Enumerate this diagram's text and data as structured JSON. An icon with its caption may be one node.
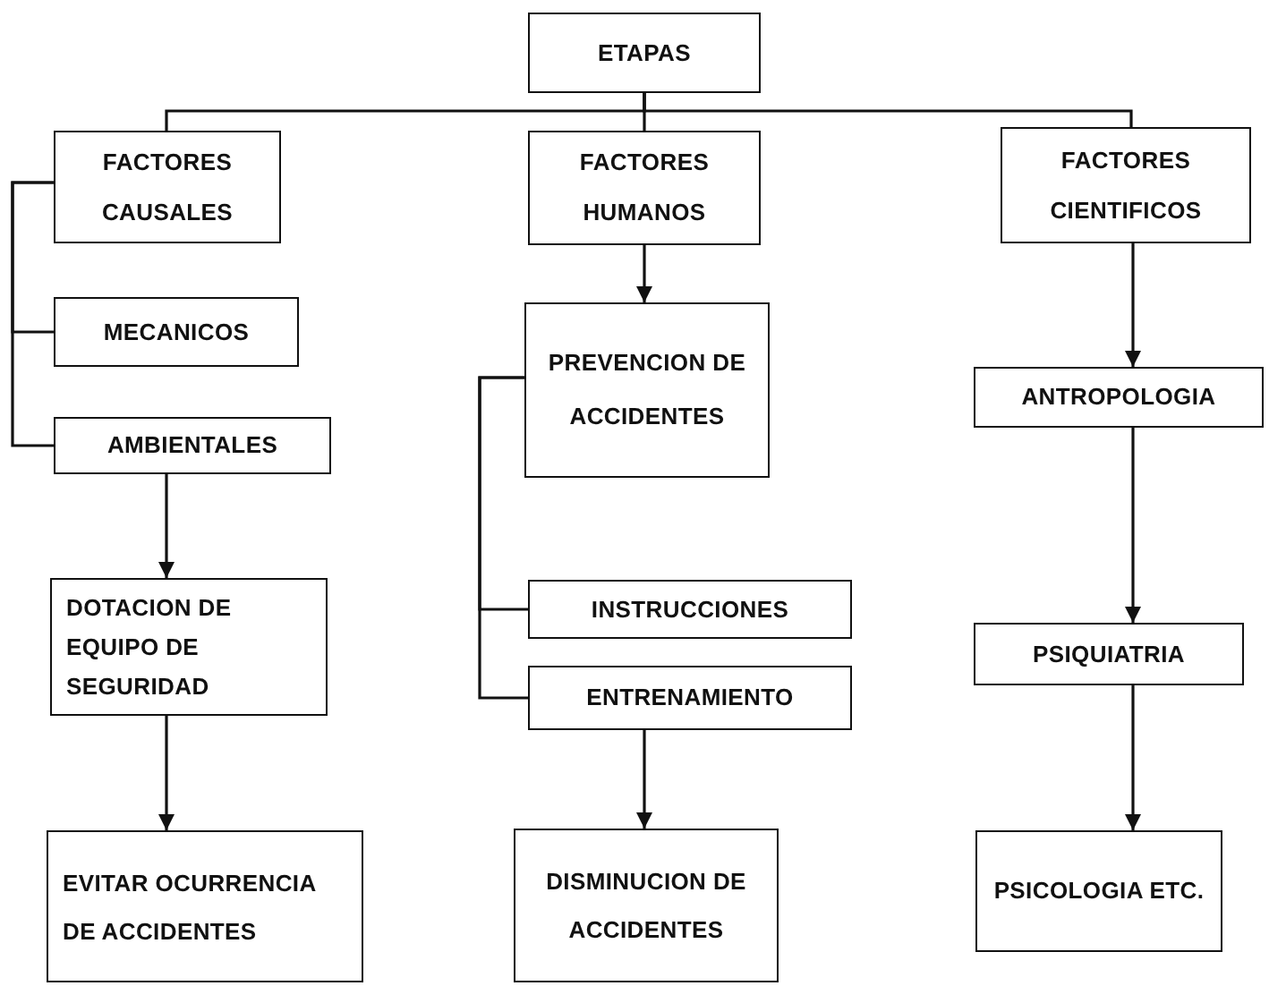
{
  "diagram": {
    "nodes": [
      {
        "text": [
          "ETAPAS"
        ]
      },
      {
        "text": [
          "FACTORES CAUSALES"
        ]
      },
      {
        "text": [
          "FACTORES HUMANOS"
        ]
      },
      {
        "text": [
          "FACTORES CIENTIFICOS"
        ]
      },
      {
        "text": [
          "MECANICOS"
        ]
      },
      {
        "text": [
          "PREVENCION DE ACCIDENTES"
        ]
      },
      {
        "text": [
          "ANTROPOLOGIA"
        ]
      },
      {
        "text": [
          "AMBIENTALES"
        ]
      },
      {
        "text": [
          "INSTRUCCIONES"
        ]
      },
      {
        "text": [
          "DOTACION DE EQUIPO DE SEGURIDAD"
        ]
      },
      {
        "text": [
          "PSIQUIATRIA"
        ]
      },
      {
        "text": [
          "ENTRENAMIENTO"
        ]
      },
      {
        "text": [
          "EVITAR OCURRENCIA DE ACCIDENTES"
        ]
      },
      {
        "text": [
          "DISMINUCION DE ACCIDENTES"
        ]
      },
      {
        "text": [
          "PSICOLOGIA ETC."
        ]
      }
    ],
    "edges": [
      {
        "from": 0,
        "to": 1,
        "arrow": "none"
      },
      {
        "from": 0,
        "to": 2,
        "arrow": "none"
      },
      {
        "from": 0,
        "to": 3,
        "arrow": "none"
      },
      {
        "from": 1,
        "to": 4,
        "arrow": "none"
      },
      {
        "from": 1,
        "to": 7,
        "arrow": "none"
      },
      {
        "from": 7,
        "to": 9,
        "arrow": "to"
      },
      {
        "from": 9,
        "to": 12,
        "arrow": "to"
      },
      {
        "from": 2,
        "to": 5,
        "arrow": "to"
      },
      {
        "from": 5,
        "to": 8,
        "arrow": "none"
      },
      {
        "from": 5,
        "to": 11,
        "arrow": "none"
      },
      {
        "from": 11,
        "to": 13,
        "arrow": "to"
      },
      {
        "from": 3,
        "to": 6,
        "arrow": "to"
      },
      {
        "from": 6,
        "to": 10,
        "arrow": "to"
      },
      {
        "from": 10,
        "to": 14,
        "arrow": "to"
      }
    ]
  }
}
